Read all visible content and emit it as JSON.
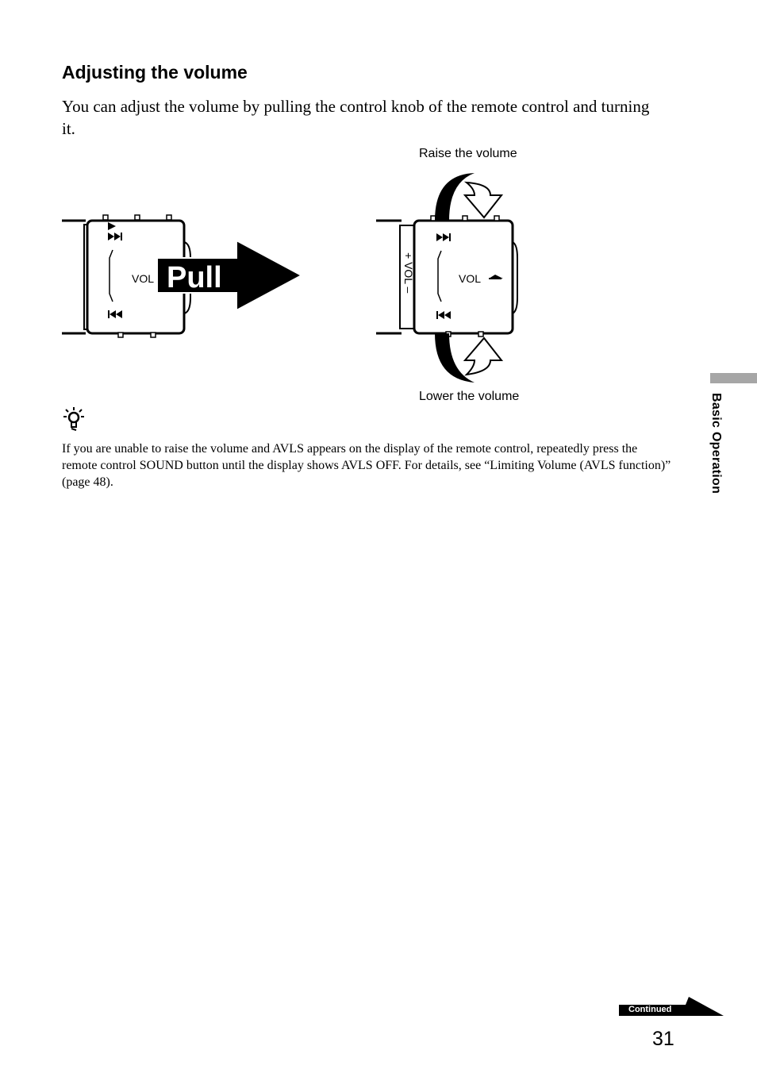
{
  "section": {
    "heading": "Adjusting the volume",
    "intro": "You can adjust the volume by pulling the control knob of the remote control and turning it."
  },
  "figure": {
    "raise_label": "Raise the volume",
    "lower_label": "Lower the volume",
    "pull_label": "Pull",
    "vol_label_left": "VOL",
    "vol_label_right": "VOL",
    "side_vol_label": "+ VOL –"
  },
  "tip": {
    "icon": "lightbulb-hint-icon",
    "text": "If you are unable to raise the volume and AVLS appears on the display of the remote control, repeatedly press the remote control SOUND button until the display shows AVLS OFF. For details, see “Limiting Volume (AVLS function)” (page 48)."
  },
  "sidebar": {
    "section_label": "Basic Operation",
    "tab_color": "#a6a6a6"
  },
  "footer": {
    "continued_label": "Continued",
    "page_number": "31"
  }
}
